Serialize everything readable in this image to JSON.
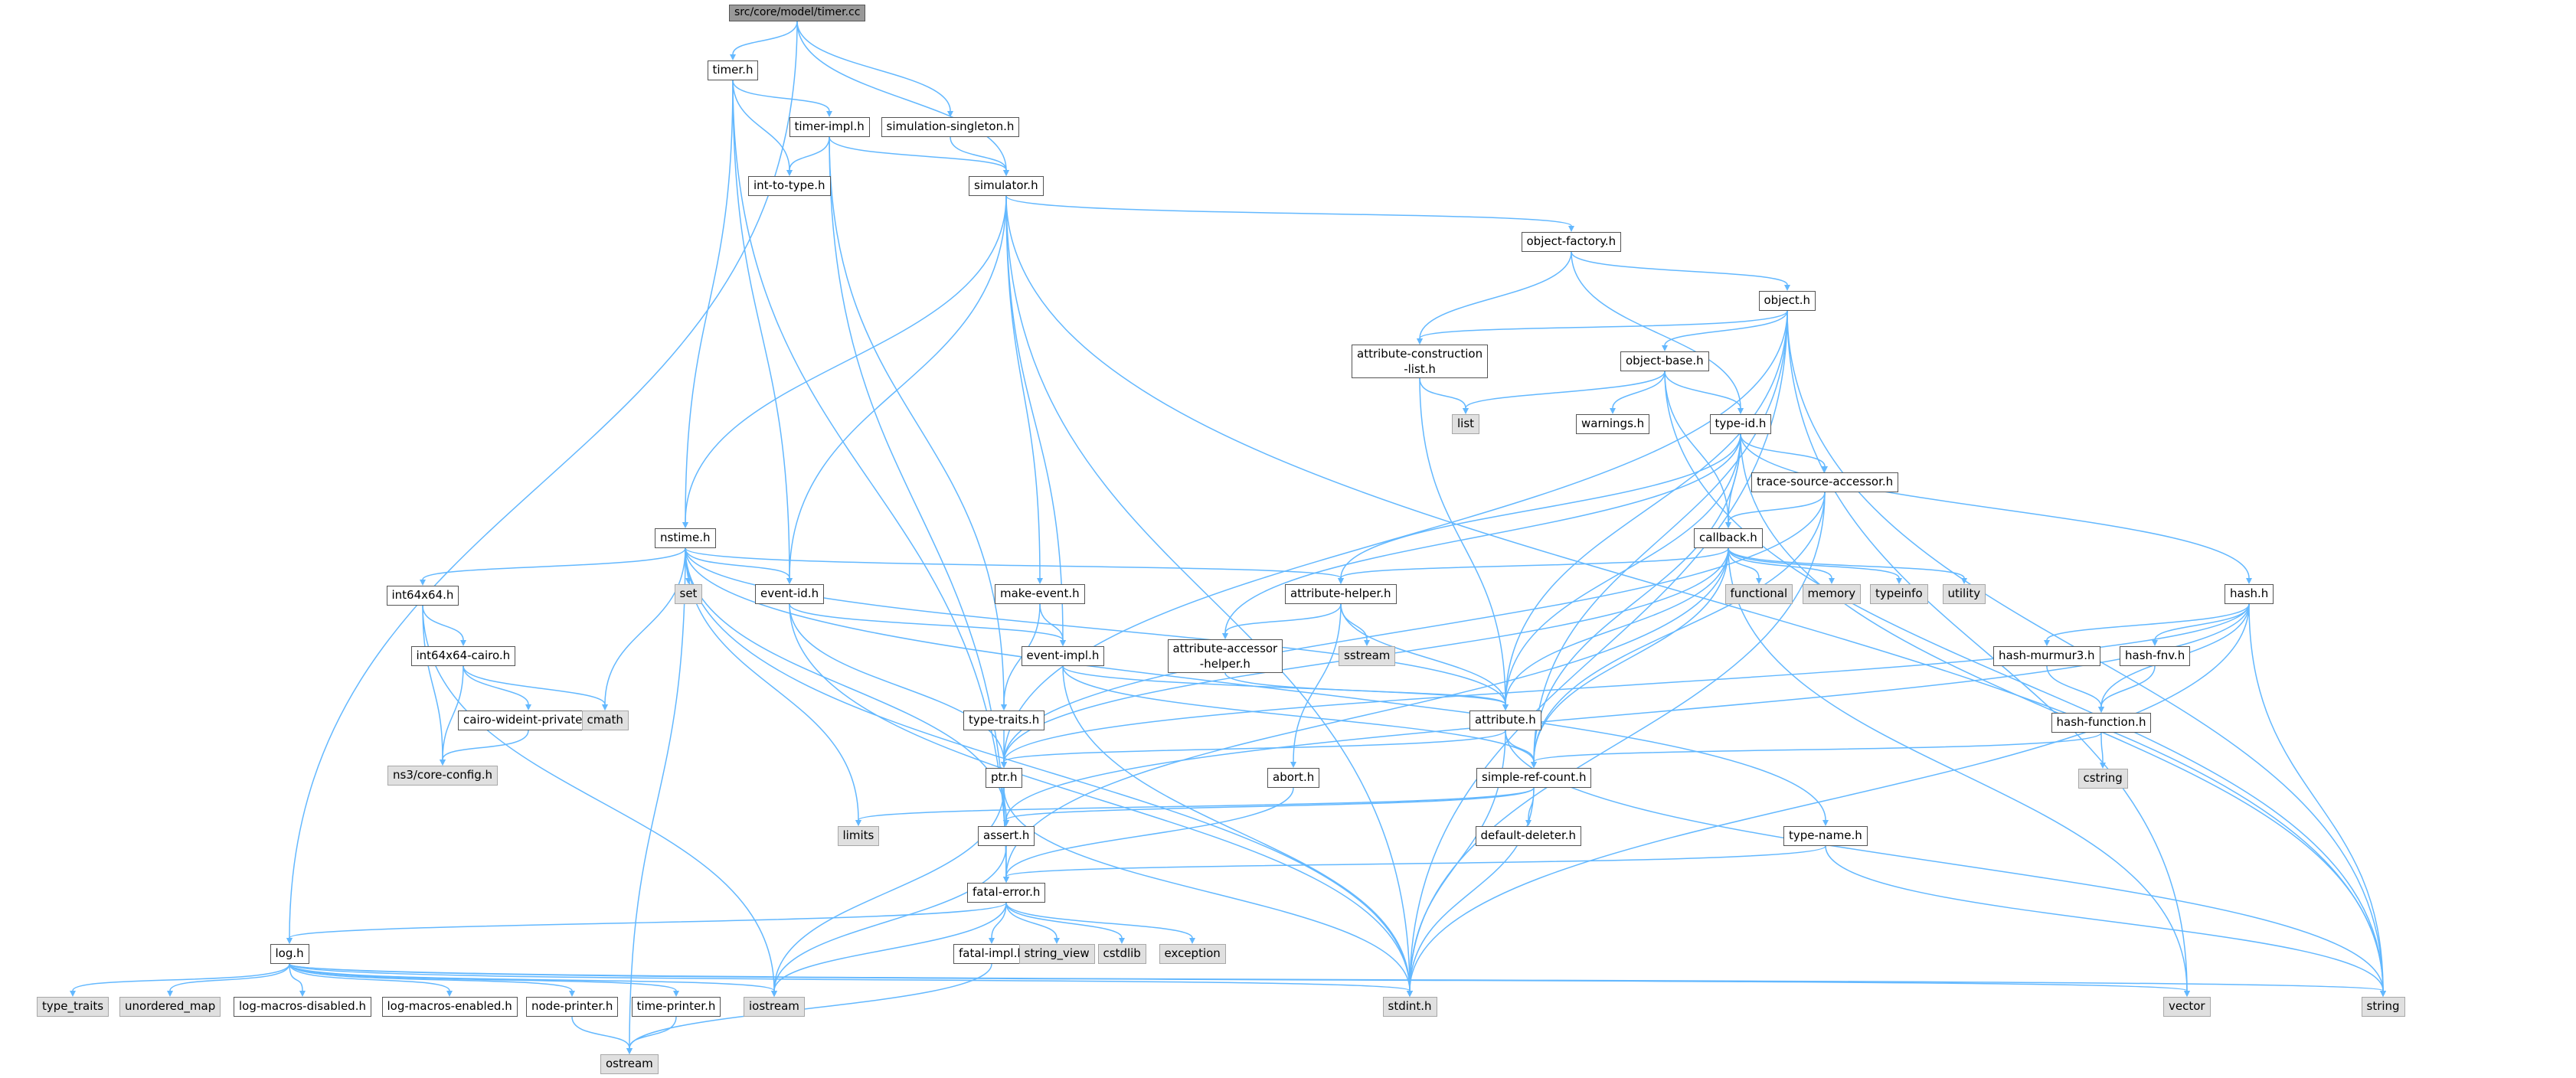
{
  "graph": {
    "title": "src/core/model/timer.cc",
    "colors": {
      "edge": "#63b8ff",
      "root_fill": "#999999",
      "system_fill": "#e0e0e0",
      "node_border": "#555555"
    },
    "nodes": {
      "root": "src/core/model/timer.cc",
      "timer_h": "timer.h",
      "timer_impl_h": "timer-impl.h",
      "sim_singleton_h": "simulation-singleton.h",
      "int_to_type_h": "int-to-type.h",
      "simulator_h": "simulator.h",
      "object_factory_h": "object-factory.h",
      "object_h": "object.h",
      "attr_constr_list_h": "attribute-construction\n-list.h",
      "object_base_h": "object-base.h",
      "list": "list",
      "warnings_h": "warnings.h",
      "type_id_h": "type-id.h",
      "trace_src_acc_h": "trace-source-accessor.h",
      "callback_h": "callback.h",
      "functional": "functional",
      "memory": "memory",
      "typeinfo": "typeinfo",
      "utility": "utility",
      "hash_h": "hash.h",
      "hash_murmur3_h": "hash-murmur3.h",
      "hash_fnv_h": "hash-fnv.h",
      "hash_function_h": "hash-function.h",
      "cstring": "cstring",
      "nstime_h": "nstime.h",
      "int64x64_h": "int64x64.h",
      "int64x64_cairo_h": "int64x64-cairo.h",
      "cairo_wideint_private_h": "cairo-wideint-private.h",
      "core_config_h": "ns3/core-config.h",
      "cmath": "cmath",
      "set": "set",
      "event_id_h": "event-id.h",
      "make_event_h": "make-event.h",
      "event_impl_h": "event-impl.h",
      "attribute_helper_h": "attribute-helper.h",
      "sstream": "sstream",
      "attr_acc_helper_h": "attribute-accessor\n-helper.h",
      "attribute_h": "attribute.h",
      "type_traits_h": "type-traits.h",
      "ptr_h": "ptr.h",
      "abort_h": "abort.h",
      "simple_ref_count_h": "simple-ref-count.h",
      "default_deleter_h": "default-deleter.h",
      "limits": "limits",
      "assert_h": "assert.h",
      "type_name_h": "type-name.h",
      "fatal_error_h": "fatal-error.h",
      "fatal_impl_h": "fatal-impl.h",
      "string_view": "string_view",
      "cstdlib": "cstdlib",
      "exception": "exception",
      "log_h": "log.h",
      "type_traits": "type_traits",
      "unordered_map": "unordered_map",
      "log_macros_disabled_h": "log-macros-disabled.h",
      "log_macros_enabled_h": "log-macros-enabled.h",
      "node_printer_h": "node-printer.h",
      "time_printer_h": "time-printer.h",
      "iostream": "iostream",
      "stdint_h": "stdint.h",
      "vector": "vector",
      "string": "string",
      "ostream": "ostream"
    },
    "edges": [
      [
        "root",
        "timer_h"
      ],
      [
        "root",
        "sim_singleton_h"
      ],
      [
        "root",
        "simulator_h"
      ],
      [
        "root",
        "log_h"
      ],
      [
        "timer_h",
        "timer_impl_h"
      ],
      [
        "timer_h",
        "int_to_type_h"
      ],
      [
        "timer_h",
        "nstime_h"
      ],
      [
        "timer_h",
        "event_id_h"
      ],
      [
        "timer_h",
        "fatal_error_h"
      ],
      [
        "timer_impl_h",
        "int_to_type_h"
      ],
      [
        "timer_impl_h",
        "simulator_h"
      ],
      [
        "timer_impl_h",
        "type_traits_h"
      ],
      [
        "timer_impl_h",
        "fatal_error_h"
      ],
      [
        "sim_singleton_h",
        "simulator_h"
      ],
      [
        "simulator_h",
        "object_factory_h"
      ],
      [
        "simulator_h",
        "nstime_h"
      ],
      [
        "simulator_h",
        "event_id_h"
      ],
      [
        "simulator_h",
        "make_event_h"
      ],
      [
        "simulator_h",
        "event_impl_h"
      ],
      [
        "simulator_h",
        "stdint_h"
      ],
      [
        "simulator_h",
        "string"
      ],
      [
        "object_factory_h",
        "object_h"
      ],
      [
        "object_factory_h",
        "attr_constr_list_h"
      ],
      [
        "object_factory_h",
        "type_id_h"
      ],
      [
        "object_h",
        "object_base_h"
      ],
      [
        "object_h",
        "attr_constr_list_h"
      ],
      [
        "object_h",
        "ptr_h"
      ],
      [
        "object_h",
        "attribute_h"
      ],
      [
        "object_h",
        "simple_ref_count_h"
      ],
      [
        "object_h",
        "stdint_h"
      ],
      [
        "object_h",
        "vector"
      ],
      [
        "object_h",
        "string"
      ],
      [
        "attr_constr_list_h",
        "list"
      ],
      [
        "attr_constr_list_h",
        "attribute_h"
      ],
      [
        "object_base_h",
        "list"
      ],
      [
        "object_base_h",
        "warnings_h"
      ],
      [
        "object_base_h",
        "type_id_h"
      ],
      [
        "object_base_h",
        "callback_h"
      ],
      [
        "object_base_h",
        "string"
      ],
      [
        "type_id_h",
        "trace_src_acc_h"
      ],
      [
        "type_id_h",
        "callback_h"
      ],
      [
        "type_id_h",
        "hash_h"
      ],
      [
        "type_id_h",
        "attribute_helper_h"
      ],
      [
        "type_id_h",
        "attr_acc_helper_h"
      ],
      [
        "type_id_h",
        "attribute_h"
      ],
      [
        "type_id_h",
        "simple_ref_count_h"
      ],
      [
        "type_id_h",
        "string"
      ],
      [
        "trace_src_acc_h",
        "callback_h"
      ],
      [
        "trace_src_acc_h",
        "ptr_h"
      ],
      [
        "trace_src_acc_h",
        "simple_ref_count_h"
      ],
      [
        "trace_src_acc_h",
        "stdint_h"
      ],
      [
        "callback_h",
        "functional"
      ],
      [
        "callback_h",
        "memory"
      ],
      [
        "callback_h",
        "typeinfo"
      ],
      [
        "callback_h",
        "utility"
      ],
      [
        "callback_h",
        "attribute_helper_h"
      ],
      [
        "callback_h",
        "attribute_h"
      ],
      [
        "callback_h",
        "ptr_h"
      ],
      [
        "callback_h",
        "simple_ref_count_h"
      ],
      [
        "callback_h",
        "fatal_error_h"
      ],
      [
        "callback_h",
        "vector"
      ],
      [
        "hash_h",
        "hash_murmur3_h"
      ],
      [
        "hash_h",
        "hash_fnv_h"
      ],
      [
        "hash_h",
        "hash_function_h"
      ],
      [
        "hash_h",
        "assert_h"
      ],
      [
        "hash_h",
        "ptr_h"
      ],
      [
        "hash_h",
        "stdint_h"
      ],
      [
        "hash_h",
        "string"
      ],
      [
        "hash_murmur3_h",
        "hash_function_h"
      ],
      [
        "hash_fnv_h",
        "hash_function_h"
      ],
      [
        "hash_function_h",
        "cstring"
      ],
      [
        "hash_function_h",
        "simple_ref_count_h"
      ],
      [
        "nstime_h",
        "int64x64_h"
      ],
      [
        "nstime_h",
        "set"
      ],
      [
        "nstime_h",
        "cmath"
      ],
      [
        "nstime_h",
        "event_id_h"
      ],
      [
        "nstime_h",
        "attribute_helper_h"
      ],
      [
        "nstime_h",
        "attribute_h"
      ],
      [
        "nstime_h",
        "assert_h"
      ],
      [
        "nstime_h",
        "limits"
      ],
      [
        "nstime_h",
        "type_name_h"
      ],
      [
        "nstime_h",
        "ostream"
      ],
      [
        "nstime_h",
        "stdint_h"
      ],
      [
        "int64x64_h",
        "int64x64_cairo_h"
      ],
      [
        "int64x64_h",
        "core_config_h"
      ],
      [
        "int64x64_h",
        "iostream"
      ],
      [
        "int64x64_cairo_h",
        "cairo_wideint_private_h"
      ],
      [
        "int64x64_cairo_h",
        "core_config_h"
      ],
      [
        "int64x64_cairo_h",
        "cmath"
      ],
      [
        "cairo_wideint_private_h",
        "core_config_h"
      ],
      [
        "event_id_h",
        "event_impl_h"
      ],
      [
        "event_id_h",
        "ptr_h"
      ],
      [
        "event_id_h",
        "stdint_h"
      ],
      [
        "make_event_h",
        "event_impl_h"
      ],
      [
        "make_event_h",
        "type_traits_h"
      ],
      [
        "event_impl_h",
        "simple_ref_count_h"
      ],
      [
        "event_impl_h",
        "attribute_h"
      ],
      [
        "event_impl_h",
        "stdint_h"
      ],
      [
        "attribute_helper_h",
        "attr_acc_helper_h"
      ],
      [
        "attribute_helper_h",
        "sstream"
      ],
      [
        "attribute_helper_h",
        "abort_h"
      ],
      [
        "attribute_helper_h",
        "attribute_h"
      ],
      [
        "attr_acc_helper_h",
        "attribute_h"
      ],
      [
        "attribute_h",
        "ptr_h"
      ],
      [
        "attribute_h",
        "simple_ref_count_h"
      ],
      [
        "attribute_h",
        "stdint_h"
      ],
      [
        "attribute_h",
        "string"
      ],
      [
        "type_traits_h",
        "ptr_h"
      ],
      [
        "ptr_h",
        "assert_h"
      ],
      [
        "ptr_h",
        "iostream"
      ],
      [
        "ptr_h",
        "stdint_h"
      ],
      [
        "abort_h",
        "fatal_error_h"
      ],
      [
        "simple_ref_count_h",
        "assert_h"
      ],
      [
        "simple_ref_count_h",
        "default_deleter_h"
      ],
      [
        "simple_ref_count_h",
        "limits"
      ],
      [
        "simple_ref_count_h",
        "stdint_h"
      ],
      [
        "assert_h",
        "fatal_error_h"
      ],
      [
        "assert_h",
        "iostream"
      ],
      [
        "type_name_h",
        "fatal_error_h"
      ],
      [
        "type_name_h",
        "string"
      ],
      [
        "fatal_error_h",
        "fatal_impl_h"
      ],
      [
        "fatal_error_h",
        "string_view"
      ],
      [
        "fatal_error_h",
        "cstdlib"
      ],
      [
        "fatal_error_h",
        "exception"
      ],
      [
        "fatal_error_h",
        "log_h"
      ],
      [
        "fatal_error_h",
        "iostream"
      ],
      [
        "fatal_impl_h",
        "ostream"
      ],
      [
        "log_h",
        "type_traits"
      ],
      [
        "log_h",
        "unordered_map"
      ],
      [
        "log_h",
        "log_macros_disabled_h"
      ],
      [
        "log_h",
        "log_macros_enabled_h"
      ],
      [
        "log_h",
        "node_printer_h"
      ],
      [
        "log_h",
        "time_printer_h"
      ],
      [
        "log_h",
        "iostream"
      ],
      [
        "log_h",
        "stdint_h"
      ],
      [
        "log_h",
        "vector"
      ],
      [
        "log_h",
        "string"
      ],
      [
        "node_printer_h",
        "ostream"
      ],
      [
        "time_printer_h",
        "ostream"
      ]
    ]
  }
}
